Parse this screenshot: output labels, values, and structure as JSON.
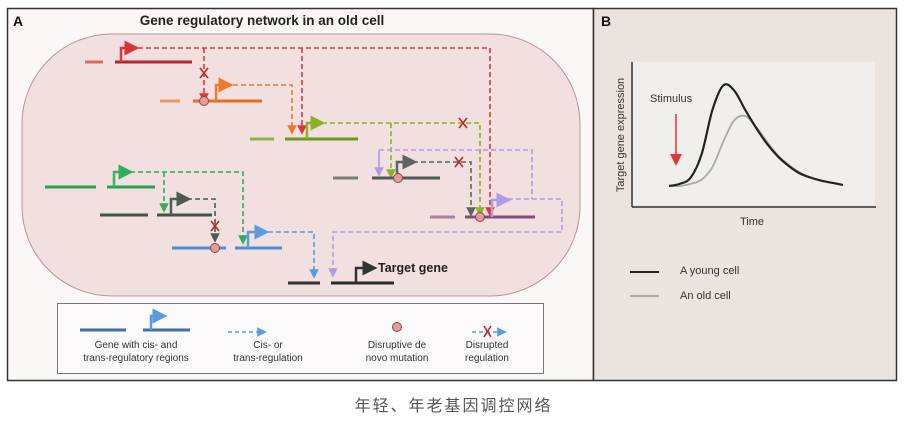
{
  "panel_a": {
    "label": "A",
    "title": "Gene regulatory network in an old cell",
    "target_gene_label": "Target gene",
    "genes": [
      {
        "id": "red",
        "color": "#d9343b"
      },
      {
        "id": "orange",
        "color": "#ec7a2b"
      },
      {
        "id": "olive",
        "color": "#7fa12b"
      },
      {
        "id": "green",
        "color": "#2fae5f"
      },
      {
        "id": "darkgreen",
        "color": "#3c5745"
      },
      {
        "id": "blue",
        "color": "#4d8fd6"
      },
      {
        "id": "gray",
        "color": "#5c6561"
      },
      {
        "id": "purple",
        "color": "#a98fdc"
      },
      {
        "id": "target",
        "color": "#333333"
      }
    ],
    "legend": {
      "items": [
        {
          "line1": "Gene with cis- and",
          "line2": "trans-regulatory regions"
        },
        {
          "line1": "Cis- or",
          "line2": "trans-regulation"
        },
        {
          "line1": "Disruptive de",
          "line2": "novo mutation"
        },
        {
          "line1": "Disrupted",
          "line2": "regulation"
        }
      ]
    }
  },
  "panel_b": {
    "label": "B",
    "stimulus_label": "Stimulus",
    "legend": [
      {
        "label": "A young cell",
        "color": "#222222"
      },
      {
        "label": "An old cell",
        "color": "#a7aaa6"
      }
    ]
  },
  "chart_data": {
    "type": "line",
    "title": "",
    "xlabel": "Time",
    "ylabel": "Target gene expression",
    "annotations": [
      "Stimulus"
    ],
    "grid": false,
    "legend_position": "below",
    "x": [
      0,
      1,
      2,
      3,
      4,
      5,
      6,
      7,
      8,
      9,
      10,
      11,
      12,
      13,
      14,
      15,
      16
    ],
    "xlim": [
      0,
      16
    ],
    "ylim": [
      0,
      1
    ],
    "series": [
      {
        "name": "A young cell",
        "color": "#222222",
        "values": [
          0.0,
          0.02,
          0.08,
          0.3,
          0.72,
          0.95,
          0.9,
          0.72,
          0.55,
          0.4,
          0.28,
          0.19,
          0.12,
          0.08,
          0.05,
          0.03,
          0.01
        ]
      },
      {
        "name": "An old cell",
        "color": "#a7aaa6",
        "values": [
          0.0,
          0.0,
          0.02,
          0.06,
          0.18,
          0.42,
          0.62,
          0.66,
          0.56,
          0.42,
          0.29,
          0.2,
          0.13,
          0.08,
          0.05,
          0.03,
          0.01
        ]
      }
    ]
  },
  "caption": "年轻、年老基因调控网络"
}
